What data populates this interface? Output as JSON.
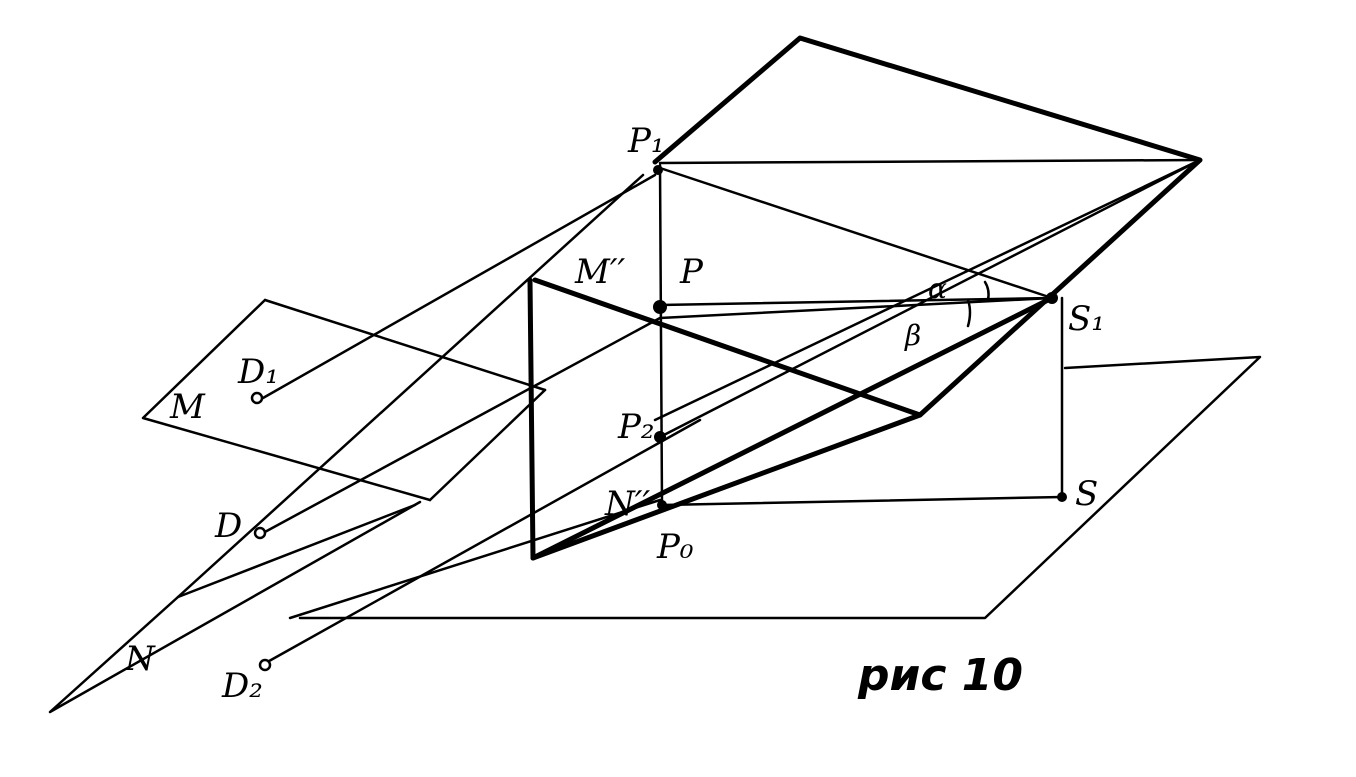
{
  "caption": "рис 10",
  "labels": {
    "P1": "P₁",
    "P": "P",
    "P2": "P₂",
    "P0": "P₀",
    "M_prime": "M′′",
    "N_prime": "N′′",
    "M": "M",
    "N": "N",
    "D1": "D₁",
    "D": "D",
    "D2": "D₂",
    "S1": "S₁",
    "S": "S",
    "alpha": "α",
    "beta": "β"
  }
}
